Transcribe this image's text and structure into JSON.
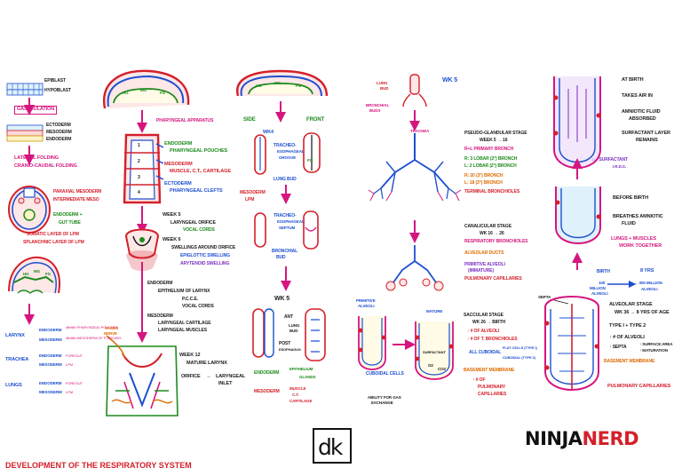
{
  "title": "DEVELOPMENT OF THE RESPIRATORY SYSTEM",
  "brand": {
    "part1": "NINJA",
    "part2": "NERD"
  },
  "dk_logo": "dk",
  "colors": {
    "red": "#d4202a",
    "blue": "#1d4fd0",
    "magenta": "#d6157f",
    "green": "#1c8a1c",
    "orange": "#e06b00",
    "purple": "#7a2fbf"
  },
  "germ_layers": {
    "epiblast": "EPIBLAST",
    "hypoblast": "HYPOBLAST",
    "gastrulation": "GASTRULATION",
    "ectoderm": "ECTODERM",
    "mesoderm": "MESODERM",
    "endoderm": "ENDODERM",
    "lateral_folding": "LATERAL FOLDING",
    "cranio_caudal_folding": "CRANIO-CAUDAL FOLDING",
    "paraxial_mesoderm": "PARAXIAL MESODERM",
    "intermediate_meso": "INTERMEDIATE MESO",
    "endoderm_plus": "ENDODERM +",
    "gut_tube": "GUT TUBE",
    "somatic_lpm": "SOMATIC LAYER OF LPM",
    "splanchnic_lpm": "SPLANCHNIC LAYER OF LPM"
  },
  "gut_labels": {
    "fg": "FG",
    "mg": "MG",
    "hg": "HG"
  },
  "derivatives": [
    {
      "organ": "LARYNX",
      "endo_label": "ENDODERM",
      "endo_note": "4th/6th PHARYNGEAL POUCHES",
      "meso_label": "MESODERM",
      "meso_note": "4th/6th MESODERM OF P. ARCHES"
    },
    {
      "organ": "TRACHEA",
      "endo_label": "ENDODERM",
      "endo_note": "FOREGUT",
      "meso_label": "MESODERM",
      "meso_note": "LPM"
    },
    {
      "organ": "LUNGS",
      "endo_label": "ENDODERM",
      "endo_note": "FOREGUT",
      "meso_label": "MESODERM",
      "meso_note": "LPM"
    }
  ],
  "pharyngeal": {
    "apparatus": "PHARYNGEAL APPARATUS",
    "arches": [
      "1",
      "2",
      "3",
      "4"
    ],
    "endoderm": "ENDODERM",
    "pouches": "PHARYNGEAL POUCHES",
    "mesoderm": "MESODERM",
    "mesoderm_desc": "MUSCLE, C.T., CARTILAGE",
    "ectoderm": "ECTODERM",
    "clefts": "PHARYNGEAL CLEFTS"
  },
  "larynx": {
    "week5": "WEEK 5",
    "laryngeal_orifice": "LARYNGEAL ORIFICE",
    "vocal_cords": "VOCAL CORDS",
    "week6": "WEEK 6",
    "swellings": "SWELLINGS AROUND ORIFICE",
    "epiglottic": "EPIGLOTTIC SWELLING",
    "arytenoid": "ARYTENOID SWELLING",
    "endoderm": "ENDODERM",
    "epithelium": "EPITHELIUM OF LARYNX",
    "pcce": "P.C.C.E.",
    "vocal_cords_2": "VOCAL CORDS",
    "mesoderm": "MESODERM",
    "cartilage": "LARYNGEAL CARTILAGE",
    "muscles": "LARYNGEAL MUSCLES",
    "vagus": "VAGUS",
    "nerve": "NERVE",
    "week12": "WEEK 12",
    "mature": "MATURE LARYNX",
    "orifice": "ORIFICE",
    "arrow": "→",
    "laryngeal_inlet": "LARYNGEAL",
    "inlet": "INLET"
  },
  "trachea": {
    "side": "SIDE",
    "front": "FRONT",
    "wk4": "WK4",
    "te_groove_1": "TRACHEO-",
    "te_groove_2": "ESOPHAGEAL",
    "te_groove_3": "GROOVE",
    "endoderm_lpm": "MESODERM",
    "lpm": "LPM",
    "lung_bud": "LUNG BUD",
    "te_septum_1": "TRACHEO-",
    "te_septum_2": "ESOPHAGEAL",
    "te_septum_3": "SEPTUM",
    "bronchial_bud": "BRONCHIAL",
    "bud": "BUD",
    "wk5": "WK 5",
    "ant": "ANT",
    "post": "POST",
    "lung": "LUNG",
    "bud2": "BUD",
    "esophagus": "ESOPHAGUS",
    "endoderm": "ENDODERM",
    "epithelium": "EPITHELIUM",
    "glands": "GLANDS",
    "mesoderm": "MESODERM",
    "muscle": "MUSCLE",
    "ct": "C.T.",
    "cartilage": "CARTILAGE"
  },
  "lungs": {
    "lung_bud": "LUNG",
    "bud": "BUD",
    "wk5": "WK 5",
    "trachea": "TRACHEA",
    "bronchial_buds": "BRONCHIAL",
    "buds": "BUDS",
    "pseudo": "PSEUDO-GLANDULAR STAGE",
    "pseudo_wk": "WEEK 5 → 16",
    "primary": "R+L PRIMARY BRONCH",
    "lobar_r": "R: 3 LOBAR (2°) BRONCH",
    "lobar_l": "L: 2 LOBAR (2°) BRONCH",
    "seg_r": "R: 20 (3°) BRONCH",
    "seg_l": "L: 18 (3°) BRONCH",
    "terminal": "TERMINAL BRONCHIOLES",
    "canalicular": "CANALICULAR STAGE",
    "canalicular_wk": "WK 16 → 26",
    "resp_bronchioles": "RESPIRATORY BRONCHIOLES",
    "alveolar_ducts": "ALVEOLAR DUCTS",
    "primitive_alveoli": "PRIMITIVE ALVEOLI",
    "immature": "(IMMATURE)",
    "pulm_cap": "PULMONARY CAPILLARIES",
    "primitive": "PRIMITIVE",
    "alveoli": "ALVEOLI",
    "mature": "MATURE",
    "saccular": "SACCULAR STAGE",
    "saccular_wk": "WK 26 → BIRTH",
    "alveoli_up": "↑ # OF ALVEOLI",
    "term_bronch": "↑ # OF T. BRONCHIOLES",
    "all_cuboidal": "ALL CUBOIDAL",
    "flat_cells": "FLAT CELLS (TYPE I)",
    "cuboidal_type2": "CUBOIDAL (TYPE 2)",
    "surfactant": "SURFACTANT",
    "o2": "O2",
    "co2": "CO2",
    "basement": "BASEMENT MEMBRANE",
    "cuboidal_cells": "CUBOIDAL CELLS",
    "pulm_cap_up_1": "↑ # OF",
    "pulm_cap_up_2": "PULMONARY",
    "pulm_cap_up_3": "CAPILLARIES",
    "gas_1": "ABILITY FOR GAS",
    "gas_2": "EXCHANGE"
  },
  "alveolar": {
    "at_birth": "AT BIRTH",
    "takes_air": "TAKES AIR IN",
    "amniotic_absorbed": "AMNIOTIC FLUID",
    "absorbed": "ABSORBED",
    "surfactant_remains": "SURFACTANT LAYER",
    "remains": "REMAINS",
    "surfactant_down": "↓↓↓ SURFACTANT",
    "irds": "I.R.D.S.",
    "before_birth": "BEFORE BIRTH",
    "breathes": "BREATHES AMNIOTIC",
    "fluid": "FLUID",
    "lungs_muscles": "LUNGS + MUSCLES",
    "work_together": "WORK TOGETHER",
    "birth": "BIRTH",
    "yrs8": "8 YRS",
    "million_100": "100",
    "million": "MILLION",
    "alveoli": "ALVEOLI",
    "million_300": "→ 300 MILLION",
    "alveoli2": "ALVEOLI",
    "septa": "SEPTA",
    "alveolar_stage": "ALVEOLAR STAGE",
    "alveolar_wk": "WK 36 → 8 YRS OF AGE",
    "type": "TYPE I + TYPE 2",
    "alveoli_up": "↑ # OF ALVEOLI",
    "septa_up": "↑ SEPTA",
    "surface_area": "↑ SURFACE AREA",
    "maturation": "↑ MATURATION",
    "basement": "BASEMENT MEMBRANE",
    "pulm_cap": "PULMONARY CAPILLARIES"
  }
}
